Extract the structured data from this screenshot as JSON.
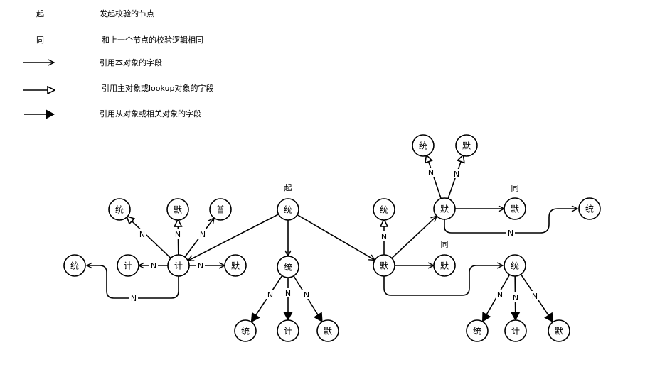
{
  "legend": {
    "start_symbol": "起",
    "start_desc": "发起校验的节点",
    "same_symbol": "同",
    "same_desc": "和上一个节点的校验逻辑相同",
    "arrow_self_desc": "引用本对象的字段",
    "arrow_master_desc": "引用主对象或lookup对象的字段",
    "arrow_related_desc": "引用从对象或相关对象的字段"
  },
  "diagram": {
    "nodes": [
      {
        "id": "start",
        "label": "统",
        "tag": "起"
      },
      {
        "id": "c1",
        "label": "计"
      },
      {
        "id": "c1_tong",
        "label": "统"
      },
      {
        "id": "c1_mo",
        "label": "默"
      },
      {
        "id": "c1_pu",
        "label": "普"
      },
      {
        "id": "c1_ji",
        "label": "计"
      },
      {
        "id": "c1_right_mo",
        "label": "默"
      },
      {
        "id": "c1_far_tong",
        "label": "统"
      },
      {
        "id": "c2",
        "label": "统"
      },
      {
        "id": "c2_tong",
        "label": "统"
      },
      {
        "id": "c2_ji",
        "label": "计"
      },
      {
        "id": "c2_mo",
        "label": "默"
      },
      {
        "id": "c3",
        "label": "默"
      },
      {
        "id": "c3_up_tong",
        "label": "统"
      },
      {
        "id": "c3_same",
        "label": "默",
        "tag": "同"
      },
      {
        "id": "c3_top",
        "label": "默"
      },
      {
        "id": "c3_top_tong",
        "label": "统"
      },
      {
        "id": "c3_top_mo",
        "label": "默"
      },
      {
        "id": "c3_top_same",
        "label": "默",
        "tag": "同"
      },
      {
        "id": "c3_top_far_tong",
        "label": "统"
      },
      {
        "id": "c4",
        "label": "统"
      },
      {
        "id": "c4_tong",
        "label": "统"
      },
      {
        "id": "c4_ji",
        "label": "计"
      },
      {
        "id": "c4_mo",
        "label": "默"
      }
    ],
    "edge_label": "N"
  }
}
